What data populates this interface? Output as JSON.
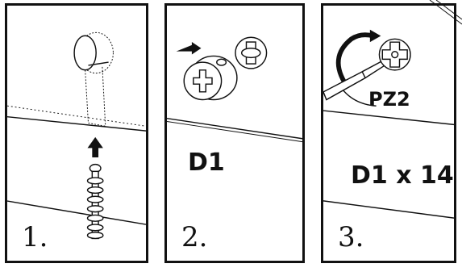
{
  "steps": [
    {
      "number": "1."
    },
    {
      "number": "2.",
      "code": "D1"
    },
    {
      "number": "3.",
      "code": "D1 x 14",
      "bit_label": "PZ2"
    }
  ],
  "icons": {
    "panel1": [
      "cam-hole-icon",
      "up-arrow-icon",
      "cam-bolt-icon"
    ],
    "panel2": [
      "right-arrow-icon",
      "cam-lock-icon",
      "cam-lock-detail-icon"
    ],
    "panel3": [
      "rotation-arrow-icon",
      "screwdriver-icon",
      "phillips-head-icon"
    ]
  },
  "colors": {
    "ink": "#111111",
    "paper": "#ffffff"
  }
}
